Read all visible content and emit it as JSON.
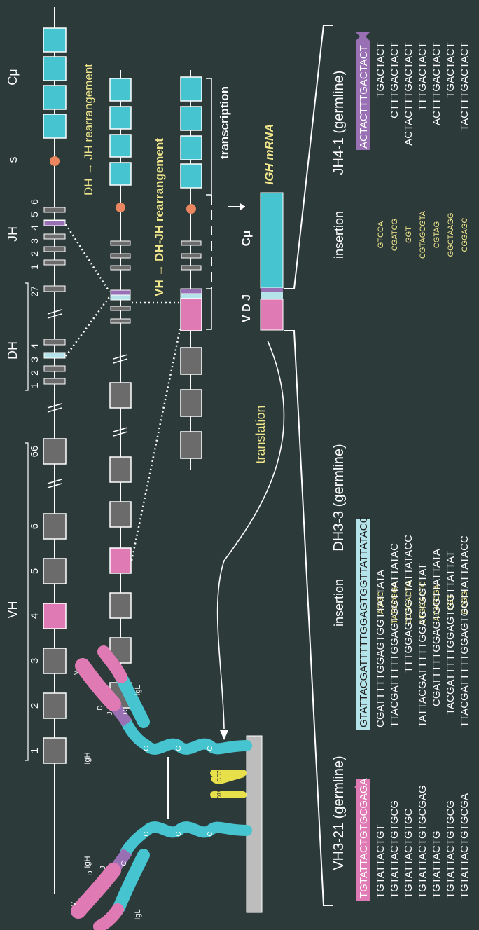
{
  "colors": {
    "background": "#2c3a3a",
    "constant": "#46c4cf",
    "variable_gray": "#6b6b6b",
    "vh_pink": "#e07ab5",
    "dh_light": "#b5e3ea",
    "jh_purple": "#9a70b5",
    "switch_orange": "#e9865f",
    "yellow_text": "#f0e68c",
    "cd79": "#e8e04a",
    "membrane": "#bdbdbd"
  },
  "germline": {
    "vh_label": "VH",
    "vh_numbers": [
      "1",
      "2",
      "3",
      "4",
      "5",
      "6",
      "66"
    ],
    "dh_label": "DH",
    "dh_numbers": [
      "1",
      "2",
      "3",
      "4",
      "27"
    ],
    "jh_label": "JH",
    "jh_numbers": [
      "1",
      "2",
      "3",
      "4",
      "5",
      "6"
    ],
    "s_label": "s",
    "cmu_label": "Cμ"
  },
  "steps": {
    "dj": "DH → JH rearrangement",
    "vdj": "VH → DH-JH rearrangement",
    "transcription": "transcription",
    "mrna": "IGH mRNA",
    "translation": "translation",
    "mrna_vdj": "V D J",
    "mrna_c": "Cμ"
  },
  "receptor": {
    "igh": "IgH",
    "igl": "IgL",
    "v": "V",
    "d": "D",
    "j": "J",
    "c": "C",
    "cd79a": "CD79a",
    "cd79b": "CD79b"
  },
  "seq": {
    "vh_title": "VH3-21 (germline)",
    "vh_germline": "TGTATTACTGTGCGAGA",
    "vh_rows": [
      "TGTATTACTGT",
      "TGTATTACTGTGCG",
      "TGTATTACTGTGC",
      "TGTATTACTGTGCGAG",
      "TGTATTACTG",
      "TGTATTACTGTGCG",
      "TGTATTACTGTGCGA"
    ],
    "ins_title_1": "insertion",
    "ins1_rows": [
      "AGGC",
      "TATCCGGA",
      "CCGGACTG",
      "CTGGACTC",
      "ACATCGA",
      "CGT",
      "CCGG"
    ],
    "dh_title": "DH3-3 (germline)",
    "dh_germline": "GTATTACGATTTTTGGAGTGGTTATTATACC",
    "dh_rows": [
      "CGATTTTTGGAGTGGTTATTATA",
      "TTACGATTTTTGGAGTGGTTATTATAC",
      "TTTGGAGTGGTTATTATACC",
      "TATTACGATTTTTGGAGTGGTTAT",
      "CGATTTTTGGAGTGGTTATTATA",
      "TACGATTTTTGGAGTGGTTATTAT",
      "TTACGATTTTTGGAGTGGTTATTATACC"
    ],
    "ins_title_2": "insertion",
    "ins2_rows": [
      "GTCCA",
      "CGATCG",
      "GGT",
      "CGTAGCGTA",
      "CGTAG",
      "GGCTAAGG",
      "CGGAGC"
    ],
    "jh_title": "JH4-1 (germline)",
    "jh_germline": "ACTACTTTGACTACT",
    "jh_rows": [
      "TGACTACT",
      "CTTTGACTACT",
      "ACTACTTTGACTACT",
      "TTTGACTACT",
      "ACTTTGACTACT",
      "TGACTACT",
      "TACTTTGACTACT"
    ]
  }
}
